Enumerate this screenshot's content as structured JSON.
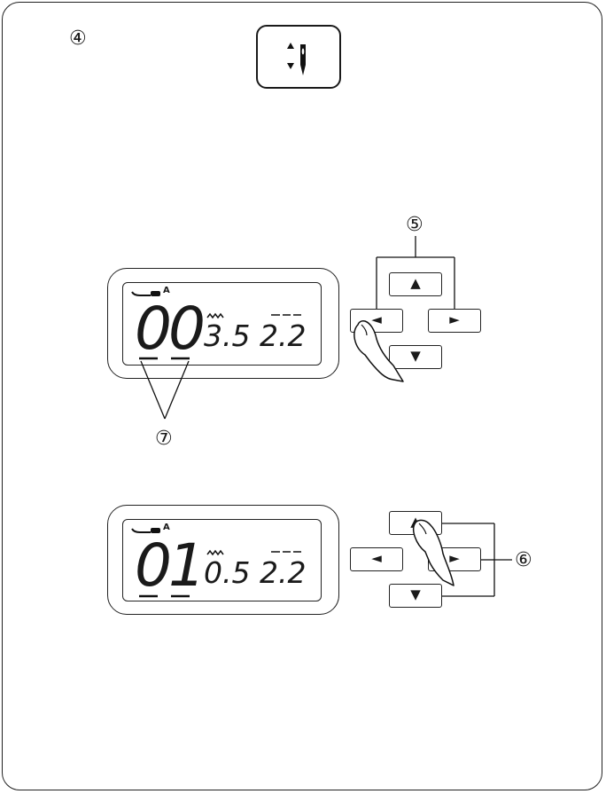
{
  "step": {
    "number": "④"
  },
  "needle_button": {
    "icon": "needle-position-icon"
  },
  "panel_top": {
    "mode_letter": "A",
    "pattern_digits": [
      "0",
      "0"
    ],
    "width_value": "3.5",
    "length_value": "2.2"
  },
  "panel_bottom": {
    "mode_letter": "A",
    "pattern_digits": [
      "0",
      "1"
    ],
    "width_value": "0.5",
    "length_value": "2.2"
  },
  "keys": {
    "up": "▲",
    "down": "▼",
    "left": "◄",
    "right": "►"
  },
  "callouts": {
    "five": "⑤",
    "six": "⑥",
    "seven": "⑦"
  }
}
